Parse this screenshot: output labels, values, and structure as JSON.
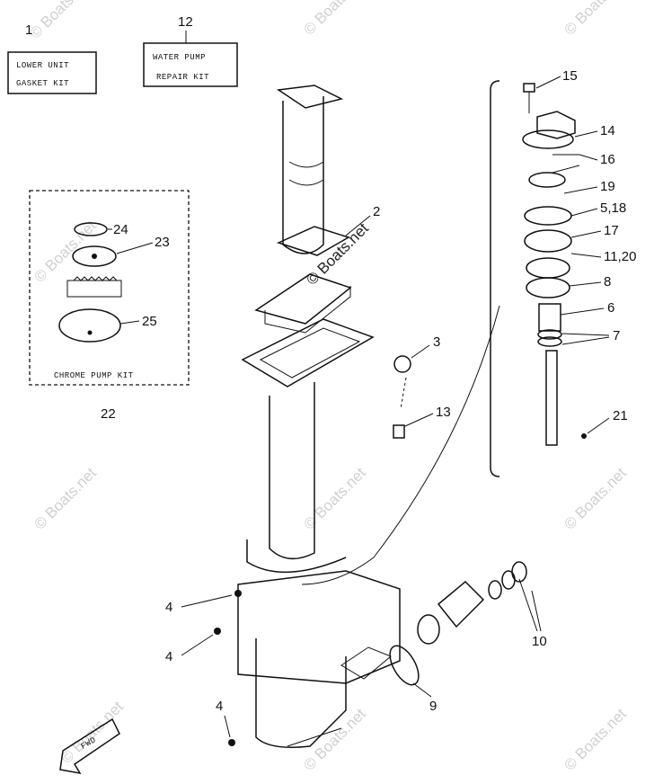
{
  "watermark": "© Boats.net",
  "kits": {
    "lower_unit": {
      "number": "1",
      "line1": "LOWER UNIT",
      "line2": "GASKET KIT"
    },
    "water_pump": {
      "number": "12",
      "line1": "WATER PUMP",
      "line2": "REPAIR KIT"
    },
    "chrome_pump": {
      "number": "22",
      "label": "CHROME PUMP KIT"
    }
  },
  "callouts": {
    "c2": "2",
    "c3": "3",
    "c4a": "4",
    "c4b": "4",
    "c4c": "4",
    "c5_18": "5,18",
    "c6": "6",
    "c7": "7",
    "c8": "8",
    "c9": "9",
    "c10": "10",
    "c11_20": "11,20",
    "c13": "13",
    "c14": "14",
    "c15": "15",
    "c16": "16",
    "c17": "17",
    "c19": "19",
    "c21": "21",
    "c23": "23",
    "c24": "24",
    "c25": "25"
  },
  "fwd_label": "FWD"
}
